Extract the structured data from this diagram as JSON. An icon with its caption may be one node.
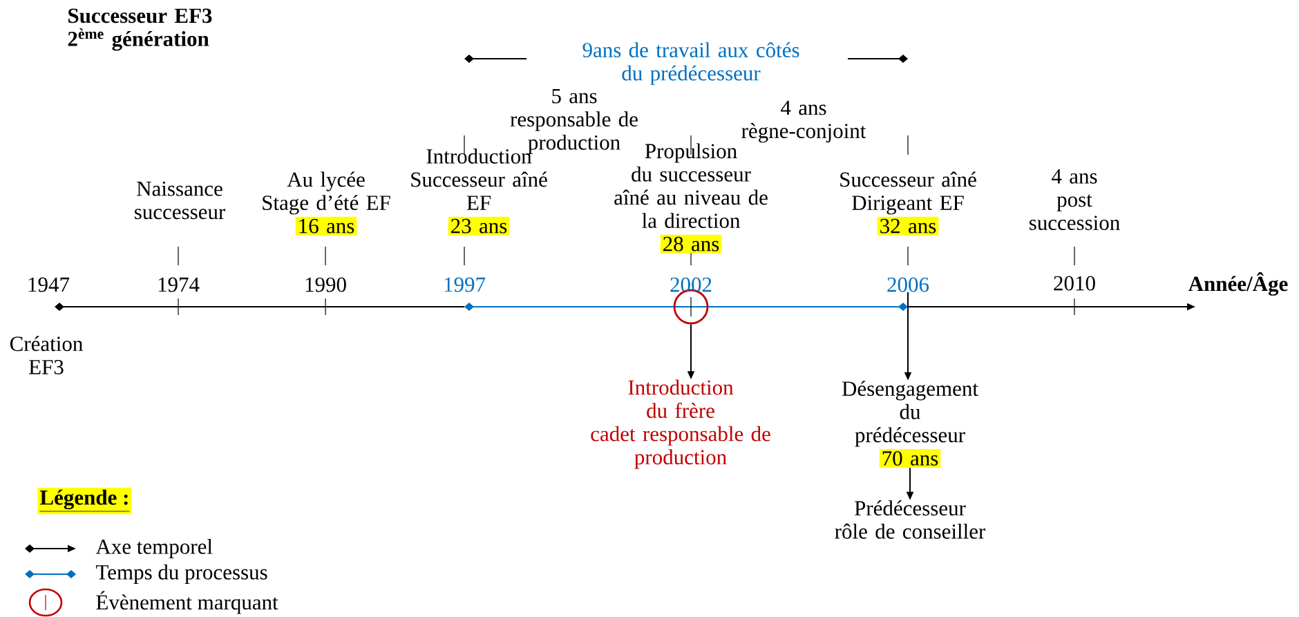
{
  "diagram": {
    "title": "Successeur EF3 2$^{ème}$ génération",
    "nodes": [
      {
        "text": [
          "Au lycée Stage d’été EF",
          "16 ans"
        ]
      },
      {
        "text": [
          "Introduction Successeur aîné EF",
          "23 ans"
        ]
      },
      {
        "text": [
          "Propulsion du successeur aîné au niveau de la direction",
          "28 ans"
        ]
      },
      {
        "text": [
          "Successeur aîné Dirigeant EF",
          "32 ans"
        ]
      },
      {
        "text": [
          "2006"
        ]
      },
      {
        "text": [],
        "shape": "circle"
      },
      {
        "text": [
          "Introduction du frère cadet responsable de production"
        ]
      },
      {
        "text": [
          "Désengagement du prédécesseur",
          "70 ans"
        ]
      },
      {
        "text": [
          "Prédécesseur rôle de conseiller"
        ]
      }
    ],
    "edges": [
      {
        "from": 5,
        "to": 6,
        "arrow": "to"
      },
      {
        "from": 4,
        "to": 7,
        "arrow": "to"
      },
      {
        "from": 7,
        "to": 8,
        "arrow": "to"
      }
    ],
    "labels": [
      "9ans de travail aux côtés du prédécesseur",
      "5 ans responsable de production",
      "4 ans règne-conjoint",
      "Naissance successeur",
      "4 ans post succession",
      "1947",
      "1974",
      "1990",
      "1997",
      "2002",
      "2010",
      "Année/Âge",
      "Création EF3",
      "Légende :"
    ],
    "legend": [
      {
        "text": "Axe temporel"
      },
      {
        "text": "Temps du processus"
      },
      {
        "text": "Évènement marquant"
      }
    ]
  }
}
